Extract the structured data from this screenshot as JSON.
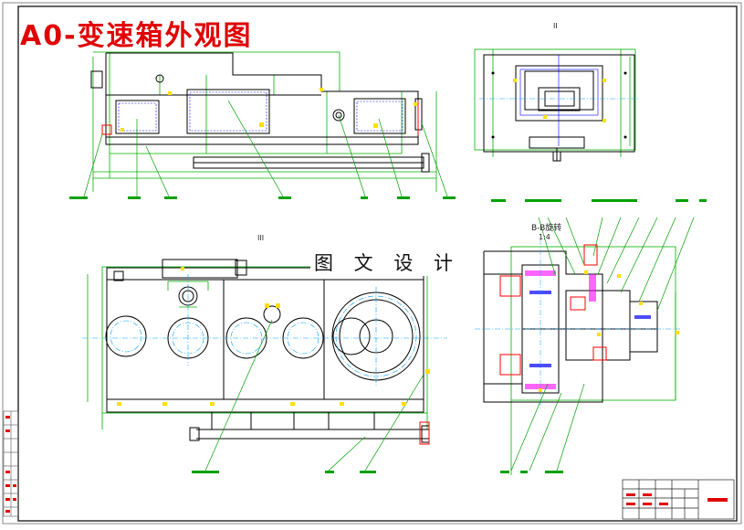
{
  "title": "A0-变速箱外观图",
  "watermark": "图 文 设 计",
  "view_labels": {
    "view_ii": "II",
    "view_iii": "III",
    "section_b": "B-B旋转",
    "section_scale": "1:4"
  },
  "colors": {
    "frame": "#1a1a1a",
    "outline": "#000000",
    "dimension": "#00b000",
    "centerline": "#00a0ff",
    "annotation": "#00a000",
    "highlight": "#ffe000",
    "title_red": "#e00000",
    "section_red": "#ff0000",
    "detail_blue": "#0000ff",
    "detail_magenta": "#ff00ff"
  }
}
